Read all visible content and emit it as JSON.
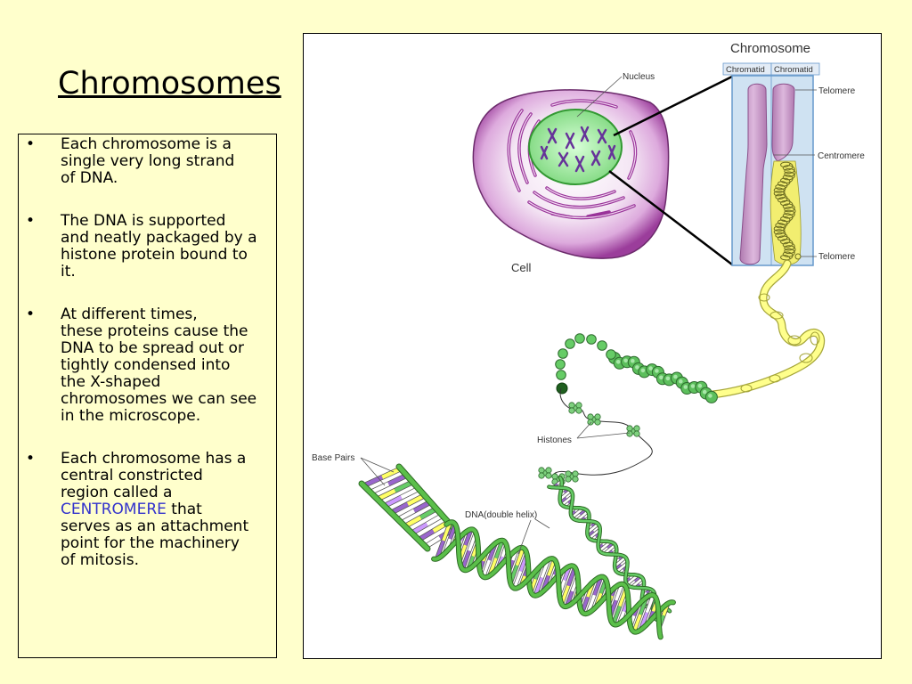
{
  "slide": {
    "title": "Chromosomes",
    "bullet_symbol": "•",
    "bullets": [
      {
        "lines": [
          "Each chromosome is a",
          "single very long strand",
          "of DNA."
        ]
      },
      {
        "lines": [
          "The DNA is supported",
          "and neatly packaged by a",
          "histone protein bound to",
          "it."
        ]
      },
      {
        "lines": [
          "At different times,",
          "these proteins cause the",
          "DNA to be spread out or",
          "tightly condensed into",
          "the X-shaped",
          "chromosomes we can see",
          "in the microscope."
        ]
      },
      {
        "lines": [
          "Each chromosome has a",
          "central constricted",
          "region called a",
          {
            "term": "CENTROMERE",
            "rest": " that"
          },
          "serves as an attachment",
          "point for the machinery",
          "of mitosis."
        ]
      }
    ]
  },
  "diagram": {
    "chromosome_heading": "Chromosome",
    "chromatid_left": "Chromatid",
    "chromatid_right": "Chromatid",
    "telomere_top": "Telomere",
    "centromere": "Centromere",
    "telomere_bottom": "Telomere",
    "nucleus": "Nucleus",
    "cell": "Cell",
    "histones": "Histones",
    "base_pairs": "Base Pairs",
    "dna_double_helix": "DNA(double helix)"
  },
  "colors": {
    "background": "#FFFFCC",
    "text": "#000000",
    "highlight": "#3333CC",
    "cell_membrane": "#993399",
    "nucleus": "#99E699",
    "chromatid": "#CC99CC",
    "chromatin_fiber": "#FFFF99",
    "dna_strand": "#66CC66"
  }
}
